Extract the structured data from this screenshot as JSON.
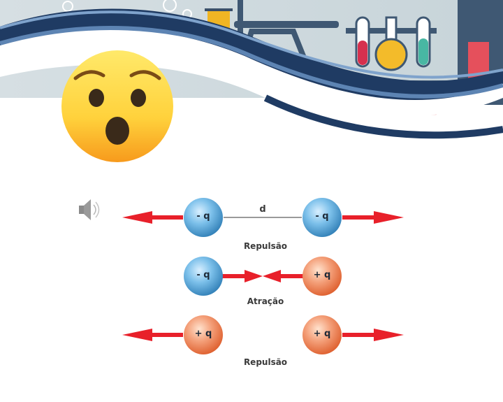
{
  "header_banner": {
    "icon": "lab-glassware-banner"
  },
  "emoji": {
    "icon": "astonished-face-icon"
  },
  "audio": {
    "icon": "speaker-icon"
  },
  "diagram": {
    "distance_label": "d",
    "rows": [
      {
        "left_charge": "- q",
        "right_charge": "- q",
        "caption": "Repulsão"
      },
      {
        "left_charge": "- q",
        "right_charge": "+ q",
        "caption": "Atração"
      },
      {
        "left_charge": "+ q",
        "right_charge": "+ q",
        "caption": "Repulsão"
      }
    ]
  },
  "colors": {
    "negative_charge": "#4a9ed0",
    "positive_charge": "#ee7a45",
    "arrow": "#e8202a",
    "banner_dark": "#1f3b63",
    "banner_mid": "#5d84b3"
  }
}
